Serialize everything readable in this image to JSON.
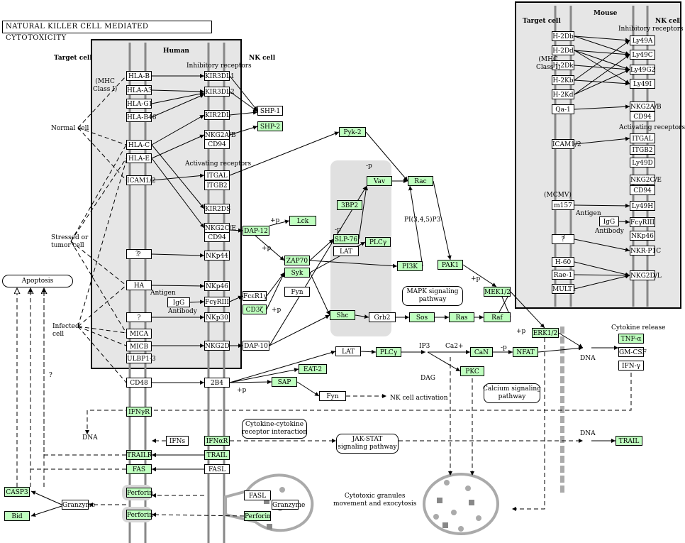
{
  "title": "NATURAL KILLER CELL MEDIATED CYTOTOXICITY",
  "labels": {
    "target_cell": "Target cell",
    "human": "Human",
    "nk_cell": "NK cell",
    "mouse": "Mouse",
    "target_cell_mouse": "Target cell",
    "nk_cell_mouse": "NK cell",
    "inhibitory_receptors": "Inhibitory receptors",
    "activating_receptors": "Activating receptors",
    "inhibitory_receptors_mouse": "Inhibitory receptors",
    "activating_receptors_mouse": "Activating receptors",
    "mhc_class1": "(MHC\nClass I)",
    "mhc_class1_mouse": "(MHC\nClass I)",
    "normal_cell": "Normal cell",
    "stressed_cell": "Stressed or\ntumor cell",
    "infected_cell": "Infected\ncell",
    "antigen": "Antigen",
    "antibody": "Antibody",
    "antigen_mouse": "Antigen",
    "antibody_mouse": "Antibody",
    "mcmv": "(MCMV)",
    "pi345p3": "PI(3,4,5)P3",
    "ip3": "IP3",
    "ca2": "Ca2+",
    "dag": "DAG",
    "dna1": "DNA",
    "dna2": "DNA",
    "dna3": "DNA",
    "cytokine_release": "Cytokine release",
    "nk_activation": "NK cell activation",
    "cytotoxic_granules": "Cytotoxic granules\nmovement and exocytosis",
    "q1": "?",
    "q2": "?",
    "q3": "?",
    "q4": "?",
    "p": "+p",
    "mp": "-p"
  },
  "pathways": {
    "apoptosis": "Apoptosis",
    "mapk": "MAPK signaling\npathway",
    "calcium": "Calcium signaling\npathway",
    "cytokine": "Cytokine-cytokine\nreceptor interaction",
    "jakstat": "JAK-STAT\nsignaling pathway"
  },
  "nodes": [
    {
      "id": "HLA-B",
      "t": "p"
    },
    {
      "id": "HLA-A3",
      "t": "p"
    },
    {
      "id": "HLA-G1",
      "t": "p"
    },
    {
      "id": "HLA-B46",
      "t": "p"
    },
    {
      "id": "HLA-C",
      "t": "p"
    },
    {
      "id": "HLA-E",
      "t": "p"
    },
    {
      "id": "ICAM1/2",
      "t": "p"
    },
    {
      "id": "?",
      "t": "p"
    },
    {
      "id": "HA",
      "t": "p"
    },
    {
      "id": "IgG",
      "t": "p"
    },
    {
      "id": "?",
      "t": "p"
    },
    {
      "id": "MICA",
      "t": "p"
    },
    {
      "id": "MICB",
      "t": "p"
    },
    {
      "id": "ULBP1-3",
      "t": "p"
    },
    {
      "id": "CD48",
      "t": "p"
    },
    {
      "id": "KIR3DL1",
      "t": "p"
    },
    {
      "id": "KIR3DL2",
      "t": "p"
    },
    {
      "id": "KIR2DL",
      "t": "p"
    },
    {
      "id": "NKG2A/B",
      "t": "p"
    },
    {
      "id": "CD94",
      "t": "p"
    },
    {
      "id": "ITGAL",
      "t": "p"
    },
    {
      "id": "ITGB2",
      "t": "p"
    },
    {
      "id": "KIR2DS",
      "t": "p"
    },
    {
      "id": "NKG2C/E",
      "t": "p"
    },
    {
      "id": "CD94",
      "t": "p"
    },
    {
      "id": "NKp44",
      "t": "p"
    },
    {
      "id": "NKp46",
      "t": "p"
    },
    {
      "id": "FcγRIII",
      "t": "p"
    },
    {
      "id": "NKp30",
      "t": "p"
    },
    {
      "id": "NKG2D",
      "t": "p"
    },
    {
      "id": "2B4",
      "t": "p"
    },
    {
      "id": "SHP-1",
      "t": "p"
    },
    {
      "id": "SHP-2",
      "t": "g"
    },
    {
      "id": "DAP-12",
      "t": "g"
    },
    {
      "id": "Lck",
      "t": "g"
    },
    {
      "id": "FcεR1γ",
      "t": "p"
    },
    {
      "id": "Fyn",
      "t": "p"
    },
    {
      "id": "CD3ζ",
      "t": "g"
    },
    {
      "id": "ZAP70",
      "t": "g"
    },
    {
      "id": "Syk",
      "t": "g"
    },
    {
      "id": "DAP-10",
      "t": "p"
    },
    {
      "id": "Pyk-2",
      "t": "g"
    },
    {
      "id": "Vav",
      "t": "g"
    },
    {
      "id": "Rac",
      "t": "g"
    },
    {
      "id": "3BP2",
      "t": "g"
    },
    {
      "id": "SLP-76",
      "t": "g"
    },
    {
      "id": "LAT",
      "t": "p"
    },
    {
      "id": "PLCγ",
      "t": "g"
    },
    {
      "id": "PI3K",
      "t": "g"
    },
    {
      "id": "PAK1",
      "t": "g"
    },
    {
      "id": "MEK1/2",
      "t": "g"
    },
    {
      "id": "Shc",
      "t": "g"
    },
    {
      "id": "Grb2",
      "t": "p"
    },
    {
      "id": "Sos",
      "t": "g"
    },
    {
      "id": "Ras",
      "t": "g"
    },
    {
      "id": "Raf",
      "t": "g"
    },
    {
      "id": "ERK1/2",
      "t": "g"
    },
    {
      "id": "LAT",
      "t": "p"
    },
    {
      "id": "PLCγ",
      "t": "g"
    },
    {
      "id": "CaN",
      "t": "g"
    },
    {
      "id": "NFAT",
      "t": "g"
    },
    {
      "id": "PKC",
      "t": "g"
    },
    {
      "id": "EAT-2",
      "t": "g"
    },
    {
      "id": "SAP",
      "t": "g"
    },
    {
      "id": "Fyn",
      "t": "p"
    },
    {
      "id": "TNF-α",
      "t": "g"
    },
    {
      "id": "GM-CSF",
      "t": "p"
    },
    {
      "id": "IFN-γ",
      "t": "p"
    },
    {
      "id": "IFNγR",
      "t": "g"
    },
    {
      "id": "IFNs",
      "t": "p"
    },
    {
      "id": "IFNαR",
      "t": "g"
    },
    {
      "id": "TRAILR",
      "t": "g"
    },
    {
      "id": "TRAIL",
      "t": "g"
    },
    {
      "id": "TRAIL",
      "t": "g"
    },
    {
      "id": "FAS",
      "t": "g"
    },
    {
      "id": "FASL",
      "t": "p"
    },
    {
      "id": "FASL",
      "t": "p"
    },
    {
      "id": "Perforin",
      "t": "g"
    },
    {
      "id": "Perforin",
      "t": "g"
    },
    {
      "id": "Perforin",
      "t": "g"
    },
    {
      "id": "Granzyme",
      "t": "p"
    },
    {
      "id": "Granzyme",
      "t": "p"
    },
    {
      "id": "CASP3",
      "t": "g"
    },
    {
      "id": "Bid",
      "t": "g"
    },
    {
      "id": "H-2Db",
      "t": "p"
    },
    {
      "id": "H-2Dd",
      "t": "p"
    },
    {
      "id": "H-2Dk",
      "t": "p"
    },
    {
      "id": "H-2Kb",
      "t": "p"
    },
    {
      "id": "H-2Kd",
      "t": "p"
    },
    {
      "id": "Qa-1",
      "t": "p"
    },
    {
      "id": "ICAM1/2",
      "t": "p"
    },
    {
      "id": "m157",
      "t": "p"
    },
    {
      "id": "IgG",
      "t": "p"
    },
    {
      "id": "?",
      "t": "p"
    },
    {
      "id": "H-60",
      "t": "p"
    },
    {
      "id": "Rae-1",
      "t": "p"
    },
    {
      "id": "MULT1",
      "t": "p"
    },
    {
      "id": "Ly49A",
      "t": "p"
    },
    {
      "id": "Ly49C",
      "t": "p"
    },
    {
      "id": "Ly49G2",
      "t": "p"
    },
    {
      "id": "Ly49I",
      "t": "p"
    },
    {
      "id": "NKG2A/B",
      "t": "p"
    },
    {
      "id": "CD94",
      "t": "p"
    },
    {
      "id": "ITGAL",
      "t": "p"
    },
    {
      "id": "ITGB2",
      "t": "p"
    },
    {
      "id": "Ly49D",
      "t": "p"
    },
    {
      "id": "NKG2C/E",
      "t": "p"
    },
    {
      "id": "CD94",
      "t": "p"
    },
    {
      "id": "Ly49H",
      "t": "p"
    },
    {
      "id": "FcγRIII",
      "t": "p"
    },
    {
      "id": "NKp46",
      "t": "p"
    },
    {
      "id": "NKR-P1C",
      "t": "p"
    },
    {
      "id": "NKG2D/L",
      "t": "p"
    }
  ]
}
